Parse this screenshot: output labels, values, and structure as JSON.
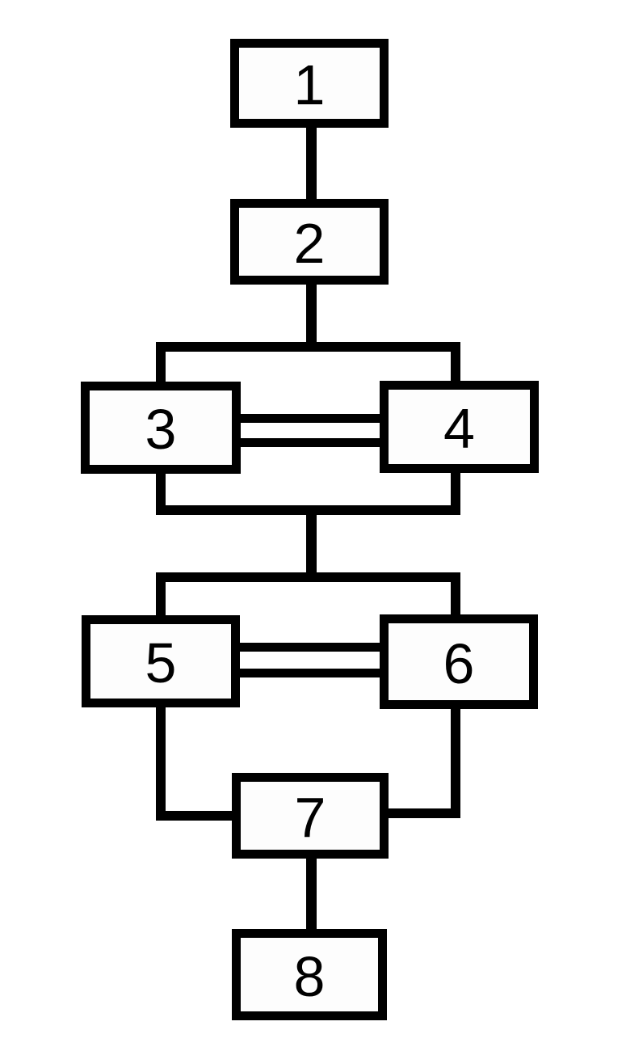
{
  "diagram": {
    "type": "flowchart",
    "background_color": "#ffffff",
    "line_color": "#000000",
    "text_color": "#000000",
    "nodes": [
      {
        "id": "node-1",
        "label": "1"
      },
      {
        "id": "node-2",
        "label": "2"
      },
      {
        "id": "node-3",
        "label": "3"
      },
      {
        "id": "node-4",
        "label": "4"
      },
      {
        "id": "node-5",
        "label": "5"
      },
      {
        "id": "node-6",
        "label": "6"
      },
      {
        "id": "node-7",
        "label": "7"
      },
      {
        "id": "node-8",
        "label": "8"
      }
    ],
    "edges": [
      {
        "from": "1",
        "to": "2",
        "style": "single-vertical"
      },
      {
        "from": "2",
        "to": "3",
        "style": "branch-left"
      },
      {
        "from": "2",
        "to": "4",
        "style": "branch-right"
      },
      {
        "from": "3",
        "to": "4",
        "style": "double-horizontal"
      },
      {
        "from": "3+4",
        "to": "5+6",
        "style": "merge-then-branch"
      },
      {
        "from": "5",
        "to": "6",
        "style": "double-horizontal"
      },
      {
        "from": "5",
        "to": "7",
        "style": "elbow-left"
      },
      {
        "from": "6",
        "to": "7",
        "style": "elbow-right"
      },
      {
        "from": "7",
        "to": "8",
        "style": "single-vertical"
      }
    ]
  }
}
